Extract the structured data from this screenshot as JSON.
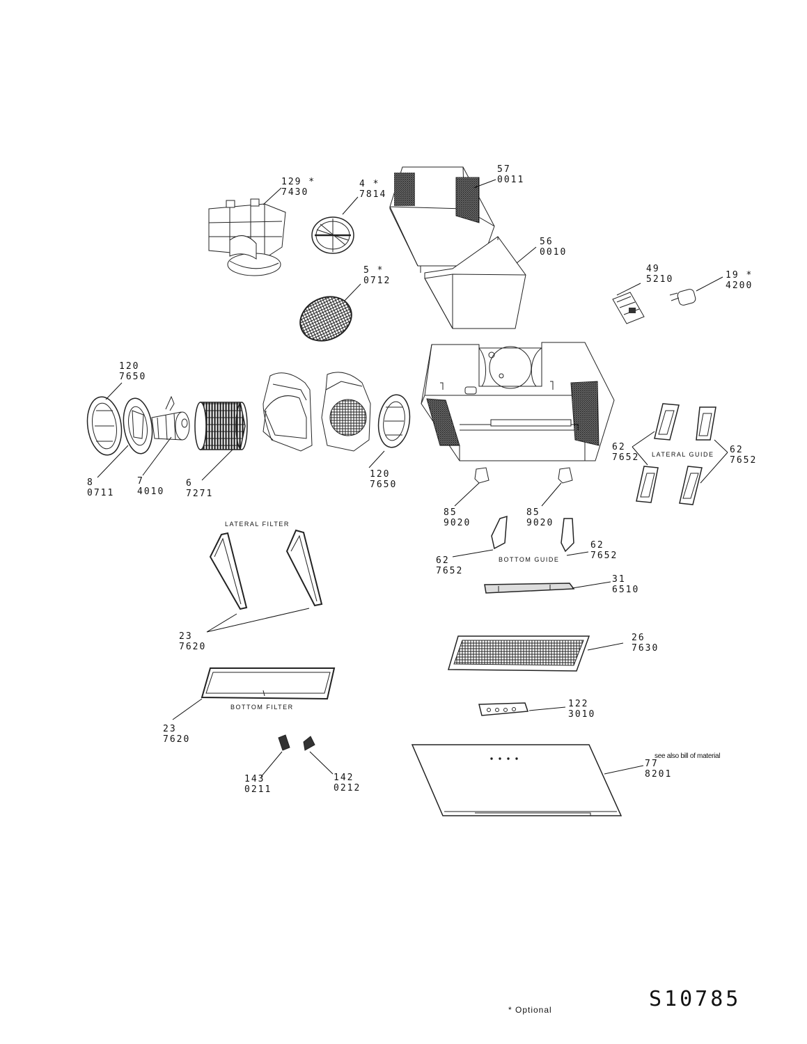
{
  "document": {
    "drawing_code": "S10785",
    "optional_note": "* Optional",
    "material_note": "see also bill of material"
  },
  "captions": {
    "lateral_filter": "LATERAL FILTER",
    "bottom_filter": "BOTTOM FILTER",
    "lateral_guide": "LATERAL GUIDE",
    "bottom_guide": "BOTTOM GUIDE"
  },
  "parts": [
    {
      "id": "p129",
      "pos": "129 *",
      "code": "7430"
    },
    {
      "id": "p4",
      "pos": "4 *",
      "code": "7814"
    },
    {
      "id": "p57",
      "pos": "57",
      "code": "0011"
    },
    {
      "id": "p56",
      "pos": "56",
      "code": "0010"
    },
    {
      "id": "p5",
      "pos": "5 *",
      "code": "0712"
    },
    {
      "id": "p49",
      "pos": "49",
      "code": "5210"
    },
    {
      "id": "p19",
      "pos": "19 *",
      "code": "4200"
    },
    {
      "id": "p120a",
      "pos": "120",
      "code": "7650"
    },
    {
      "id": "p120b",
      "pos": "120",
      "code": "7650"
    },
    {
      "id": "p8",
      "pos": "8",
      "code": "0711"
    },
    {
      "id": "p7",
      "pos": "7",
      "code": "4010"
    },
    {
      "id": "p6",
      "pos": "6",
      "code": "7271"
    },
    {
      "id": "p62a",
      "pos": "62",
      "code": "7652"
    },
    {
      "id": "p62b",
      "pos": "62",
      "code": "7652"
    },
    {
      "id": "p85a",
      "pos": "85",
      "code": "9020"
    },
    {
      "id": "p85b",
      "pos": "85",
      "code": "9020"
    },
    {
      "id": "p62c",
      "pos": "62",
      "code": "7652"
    },
    {
      "id": "p62d",
      "pos": "62",
      "code": "7652"
    },
    {
      "id": "p31",
      "pos": "31",
      "code": "6510"
    },
    {
      "id": "p23a",
      "pos": "23",
      "code": "7620"
    },
    {
      "id": "p26",
      "pos": "26",
      "code": "7630"
    },
    {
      "id": "p23b",
      "pos": "23",
      "code": "7620"
    },
    {
      "id": "p122",
      "pos": "122",
      "code": "3010"
    },
    {
      "id": "p143",
      "pos": "143",
      "code": "0211"
    },
    {
      "id": "p142",
      "pos": "142",
      "code": "0212"
    },
    {
      "id": "p77",
      "pos": "77",
      "code": "8201"
    }
  ]
}
